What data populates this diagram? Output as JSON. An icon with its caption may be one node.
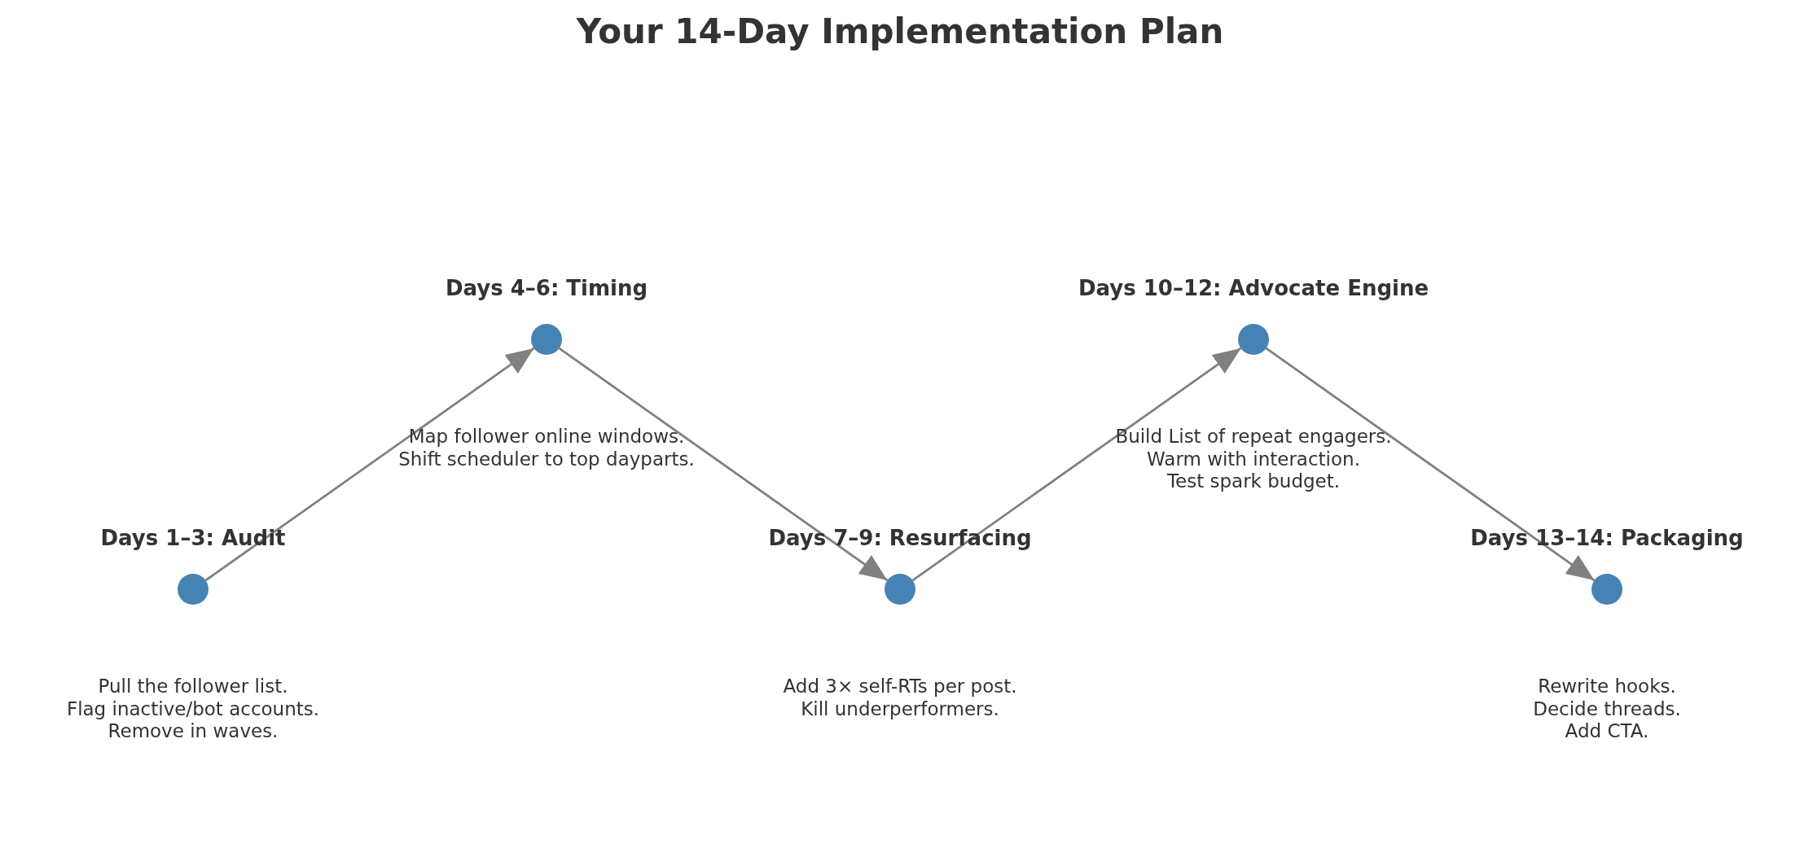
{
  "diagram": {
    "title": "Your 14-Day Implementation Plan",
    "nodes": [
      {
        "text": [
          "Days 1–3: Audit",
          "Pull the follower list. Flag inactive/bot accounts. Remove in waves."
        ]
      },
      {
        "text": [
          "Days 4–6: Timing",
          "Map follower online windows. Shift scheduler to top dayparts."
        ]
      },
      {
        "text": [
          "Days 7–9: Resurfacing",
          "Add 3× self-RTs per post. Kill underperformers."
        ]
      },
      {
        "text": [
          "Days 10–12: Advocate Engine",
          "Build List of repeat engagers. Warm with interaction. Test spark budget."
        ]
      },
      {
        "text": [
          "Days 13–14: Packaging",
          "Rewrite hooks. Decide threads. Add CTA."
        ]
      }
    ],
    "edges": [
      {
        "from": 0,
        "to": 1,
        "arrow": "to"
      },
      {
        "from": 1,
        "to": 2,
        "arrow": "to"
      },
      {
        "from": 2,
        "to": 3,
        "arrow": "to"
      },
      {
        "from": 3,
        "to": 4,
        "arrow": "to"
      }
    ]
  }
}
